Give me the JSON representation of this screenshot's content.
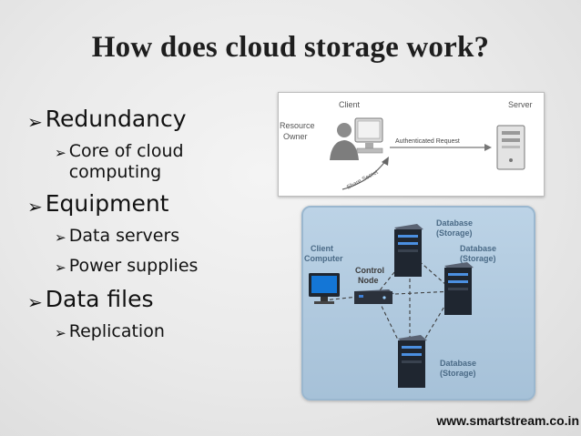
{
  "slide": {
    "title": "How does cloud storage work?",
    "footer": "www.smartstream.co.in",
    "bullets": [
      {
        "label": "Redundancy",
        "sub": [
          "Core of cloud computing"
        ]
      },
      {
        "label": "Equipment",
        "sub": [
          "Data servers",
          "Power supplies"
        ]
      },
      {
        "label": "Data files",
        "sub": [
          "Replication"
        ]
      }
    ]
  },
  "diagram_top": {
    "client_label": "Client",
    "server_label": "Server",
    "owner_label_1": "Resource",
    "owner_label_2": "Owner",
    "request_label": "Authenticated Request",
    "secret_label": "Share Secret"
  },
  "diagram_bottom": {
    "client_1": "Client",
    "client_2": "Computer",
    "control_1": "Control",
    "control_2": "Node",
    "db_label_1": "Database",
    "db_label_2": "(Storage)"
  },
  "colors": {
    "panel_blue": "#a6c1d8",
    "label_blue": "#4a6a86",
    "server_dark": "#1f2630"
  }
}
